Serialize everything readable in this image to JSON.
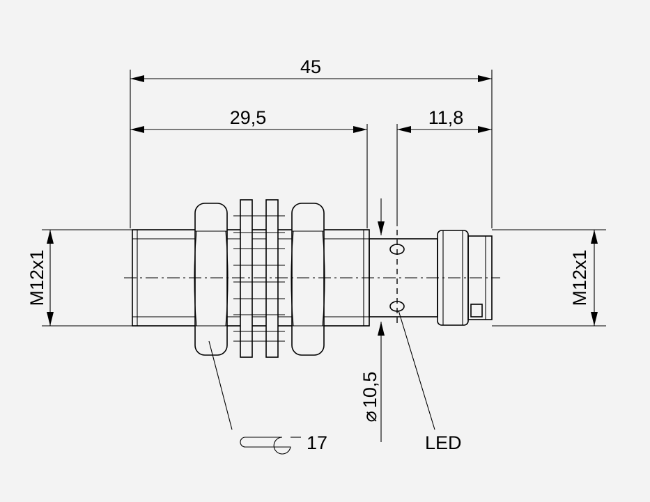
{
  "colors": {
    "background": "#f3f3f3",
    "line": "#000000"
  },
  "dimensions": {
    "overall_length": "45",
    "thread_length": "29,5",
    "connector_length": "11,8",
    "thread_left": "M12x1",
    "thread_right": "M12x1",
    "diameter": "10,5",
    "diameter_symbol": "⌀",
    "wrench_size": "17",
    "led_label": "LED"
  },
  "icons": {
    "wrench": "wrench-icon",
    "diameter": "diameter-symbol-icon"
  }
}
